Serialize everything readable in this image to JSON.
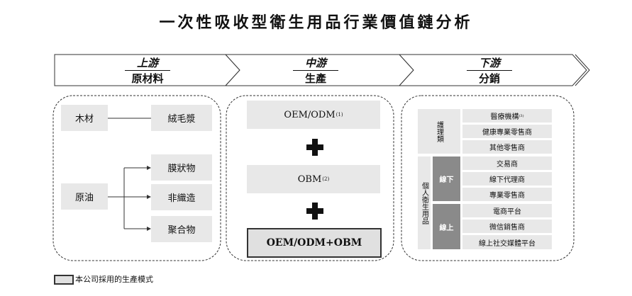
{
  "title": "一次性吸收型衛生用品行業價值鏈分析",
  "stages": [
    {
      "en": "上游",
      "cn": "原材料"
    },
    {
      "en": "中游",
      "cn": "生產"
    },
    {
      "en": "下游",
      "cn": "分銷"
    }
  ],
  "upstream": {
    "wood": "木材",
    "fluff_pulp": "絨毛漿",
    "crude_oil": "原油",
    "film": "膜狀物",
    "nonwoven": "非織造",
    "polymer": "聚合物"
  },
  "midstream": {
    "oem_odm": "OEM/ODM",
    "oem_odm_note": "(1)",
    "obm": "OBM",
    "obm_note": "(2)",
    "combined": "OEM/ODM+OBM"
  },
  "downstream": {
    "care_label": "護理類",
    "care_items": [
      "醫療機構",
      "健康專業零售商",
      "其他零售商"
    ],
    "care_note": "(3)",
    "personal_label": "個人衛生用品",
    "offline_label": "線下",
    "offline_items": [
      "交易商",
      "線下代理商",
      "專業零售商"
    ],
    "online_label": "線上",
    "online_items": [
      "電商平台",
      "微信銷售商",
      "線上社交媒體平台"
    ]
  },
  "legend": {
    "text": "本公司採用的生產模式"
  }
}
